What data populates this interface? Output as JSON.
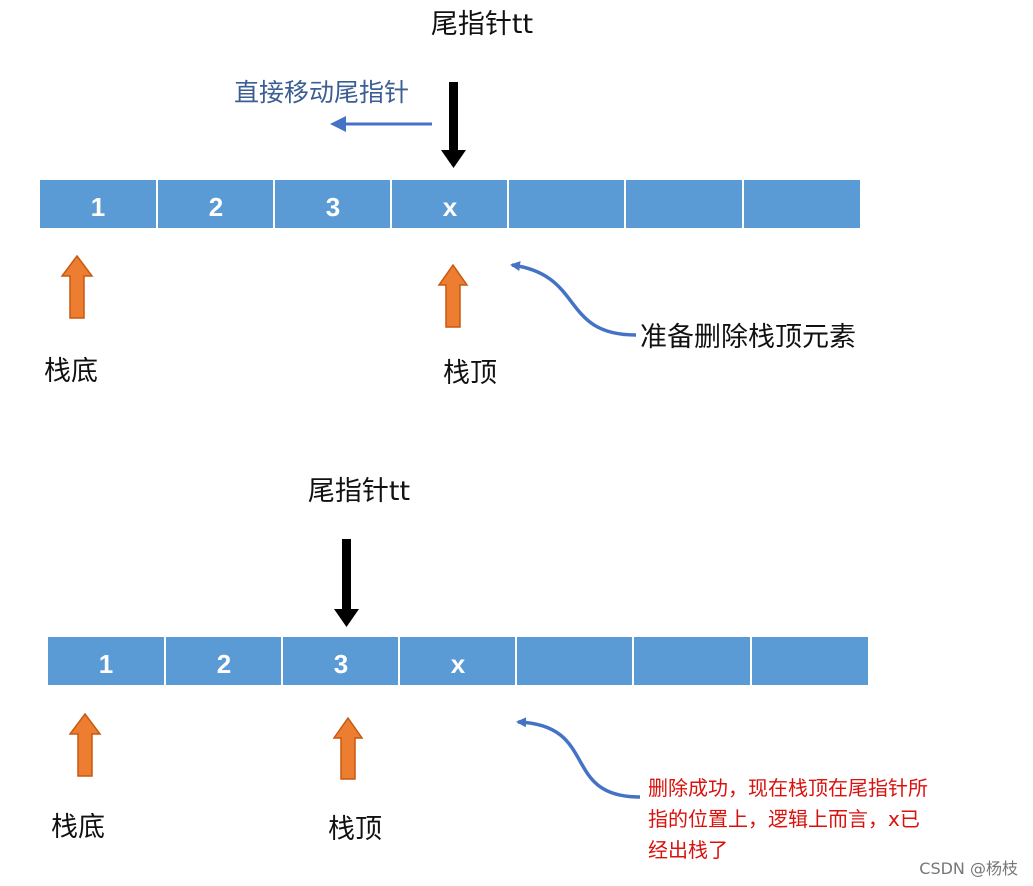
{
  "colors": {
    "cell_fill": "#5b9bd5",
    "cell_divider": "#ffffff",
    "bottom_arrow_fill": "#ed7d31",
    "bottom_arrow_stroke": "#c55a11",
    "curve_arrow": "#4472c4",
    "note_red": "#d9120e",
    "note_blue": "#3b5e93"
  },
  "top_diagram": {
    "tail_pointer_label": "尾指针tt",
    "move_note": "直接移动尾指针",
    "cells": [
      "1",
      "2",
      "3",
      "x",
      "",
      "",
      ""
    ],
    "bottom_label": "栈底",
    "top_label": "栈顶",
    "action_note": "准备删除栈顶元素"
  },
  "bottom_diagram": {
    "tail_pointer_label": "尾指针tt",
    "cells": [
      "1",
      "2",
      "3",
      "x",
      "",
      "",
      ""
    ],
    "bottom_label": "栈底",
    "top_label": "栈顶",
    "result_note_lines": [
      "删除成功，现在栈顶在尾指针所",
      "指的位置上，逻辑上而言，x已",
      "经出栈了"
    ]
  },
  "watermark": "CSDN @杨枝"
}
